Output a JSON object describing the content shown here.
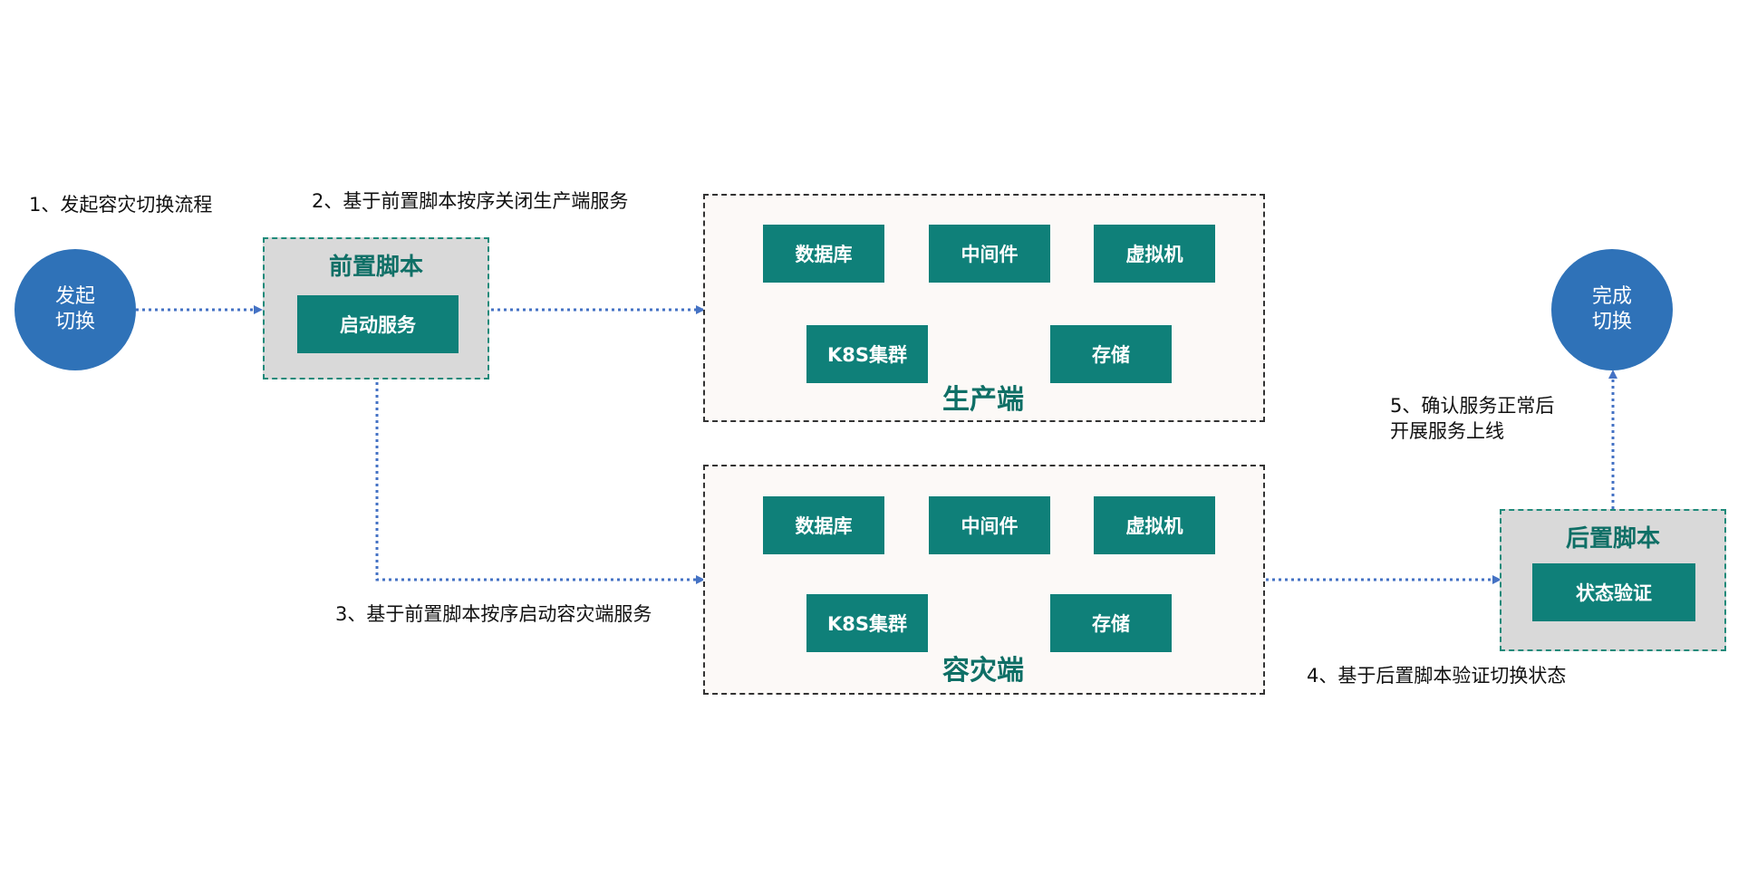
{
  "start_node": {
    "line1": "发起",
    "line2": "切换"
  },
  "end_node": {
    "line1": "完成",
    "line2": "切换"
  },
  "steps": {
    "step1": "1、发起容灾切换流程",
    "step2": "2、基于前置脚本按序关闭生产端服务",
    "step3": "3、基于前置脚本按序启动容灾端服务",
    "step4": "4、基于后置脚本验证切换状态",
    "step5_line1": "5、确认服务正常后",
    "step5_line2": "开展服务上线"
  },
  "pre_script": {
    "title": "前置脚本",
    "action": "启动服务"
  },
  "post_script": {
    "title": "后置脚本",
    "action": "状态验证"
  },
  "production": {
    "title": "生产端",
    "components": [
      "数据库",
      "中间件",
      "虚拟机",
      "K8S集群",
      "存储"
    ]
  },
  "disaster_recovery": {
    "title": "容灾端",
    "components": [
      "数据库",
      "中间件",
      "虚拟机",
      "K8S集群",
      "存储"
    ]
  },
  "colors": {
    "circle": "#2f72b8",
    "teal": "#0f8079",
    "title_teal": "#0f6f66",
    "arrow": "#4472c4",
    "script_bg": "#d9d9d9"
  }
}
